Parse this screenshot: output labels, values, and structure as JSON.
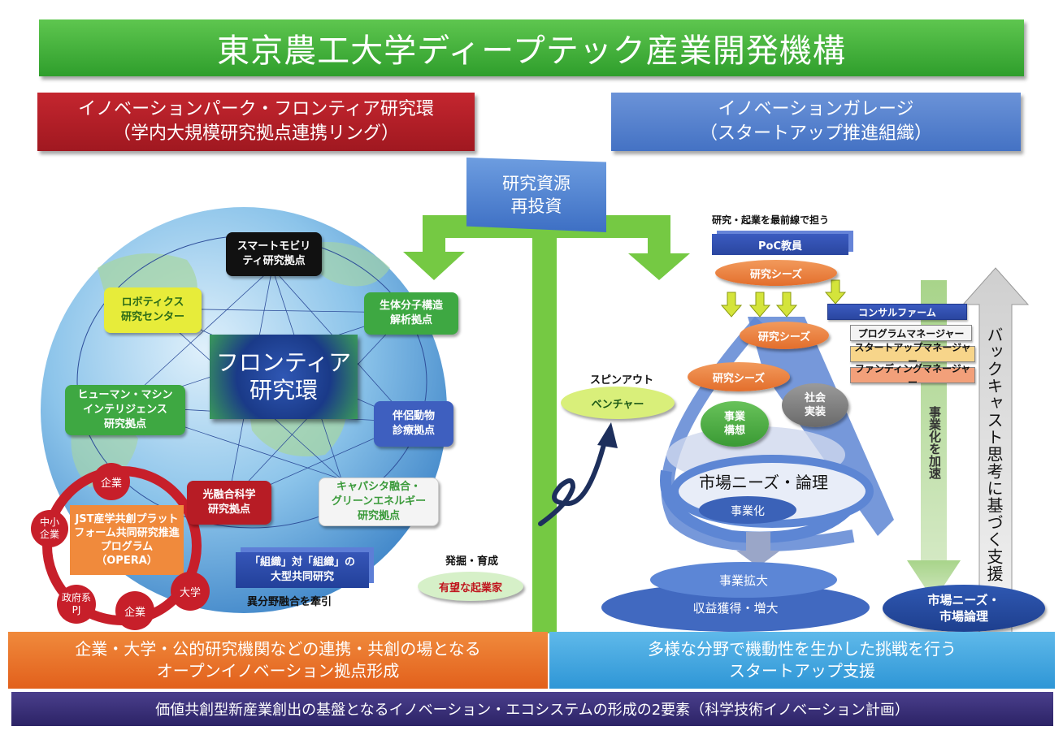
{
  "title": "東京農工大学ディープテック産業開発機構",
  "left_header": {
    "line1": "イノベーションパーク・フロンティア研究環",
    "line2": "（学内大規模研究拠点連携リング）"
  },
  "right_header": {
    "line1": "イノベーションガレージ",
    "line2": "（スタートアップ推進組織）"
  },
  "reinvest_flag": {
    "line1": "研究資源",
    "line2": "再投資"
  },
  "frontier_center": {
    "line1": "フロンティア",
    "line2": "研究環"
  },
  "ring_nodes": {
    "smart_mobility": {
      "line1": "スマートモビリ",
      "line2": "ティ研究拠点"
    },
    "robotics": {
      "line1": "ロボティクス",
      "line2": "研究センター"
    },
    "biomolecular": {
      "line1": "生体分子構造",
      "line2": "解析拠点"
    },
    "human_machine": {
      "line1": "ヒューマン・マシン",
      "line2": "インテリジェンス",
      "line3": "研究拠点"
    },
    "companion_animal": {
      "line1": "伴侶動物",
      "line2": "診療拠点"
    },
    "photonic": {
      "line1": "光融合科学",
      "line2": "研究拠点"
    },
    "capacitor": {
      "line1": "キャパシタ融合・",
      "line2": "グリーンエネルギー",
      "line3": "研究拠点"
    }
  },
  "collab_box": {
    "line1": "「組織」対「組織」の",
    "line2": "大型共同研究"
  },
  "collab_caption": "異分野融合を牽引",
  "opera": {
    "line1": "JST産学共創プラット",
    "line2": "フォーム共同研究推進",
    "line3": "プログラム",
    "line4": "（OPERA）",
    "members": {
      "company_top": "企業",
      "sme": "中小企業",
      "university": "大学",
      "government": "政府系PJ",
      "company_bottom": "企業"
    }
  },
  "spinout_label": "スピンアウト",
  "venture": "ベンチャー",
  "discover_label": "発掘・育成",
  "entrepreneur": "有望な起業家",
  "frontline_label": "研究・起業を最前線で担う",
  "poc_faculty": "PoC教員",
  "seeds": {
    "top": "研究シーズ",
    "mid": "研究シーズ",
    "left": "研究シーズ"
  },
  "business_concept": {
    "line1": "事業",
    "line2": "構想"
  },
  "social_impl": {
    "line1": "社会",
    "line2": "実装"
  },
  "consultants": {
    "firm": "コンサルファーム",
    "program": "プログラムマネージャー",
    "startup": "スタートアップマネージャー",
    "funding": "ファンディングマネージャー"
  },
  "market_logic": "市場ニーズ・論理",
  "commercialization": "事業化",
  "expansion": "事業拡大",
  "revenue": "収益獲得・増大",
  "accelerate": "事業化を加速",
  "backcast": "バックキャスト思考に基づく支援",
  "market_box": {
    "line1": "市場ニーズ・",
    "line2": "市場論理"
  },
  "bottom_left": {
    "line1": "企業・大学・公的研究機関などの連携・共創の場となる",
    "line2": "オープンイノベーション拠点形成"
  },
  "bottom_right": {
    "line1": "多様な分野で機動性を生かした挑戦を行う",
    "line2": "スタートアップ支援"
  },
  "footer": "価値共創型新産業創出の基盤となるイノベーション・エコシステムの形成の2要素（科学技術イノベーション計画）",
  "colors": {
    "green": "#3fae3a",
    "red": "#b71c25",
    "blue": "#4472c4",
    "orange": "#e8702a",
    "sky": "#3aa3e0",
    "navy": "#2f2870",
    "seed_orange": "#e8823c"
  }
}
